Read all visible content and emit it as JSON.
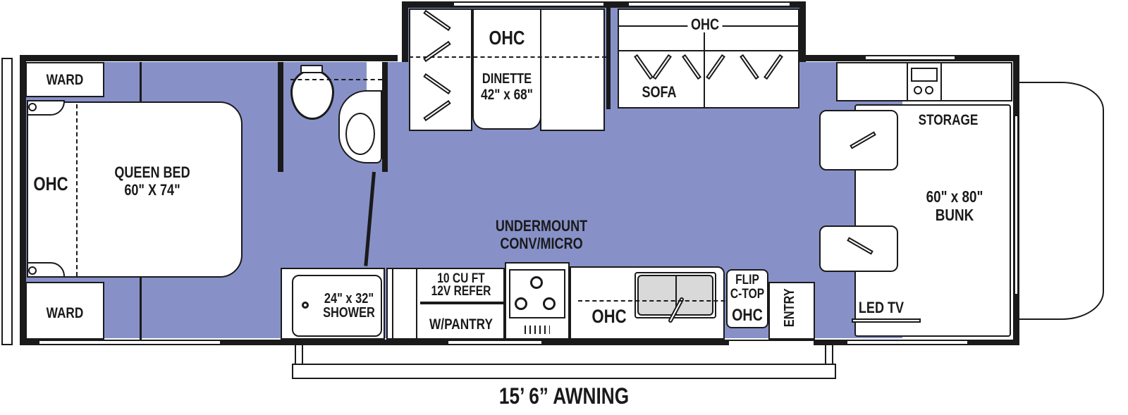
{
  "floorplan": {
    "colors": {
      "floor": "#8791c8",
      "wall": "#1a1a1a",
      "fixture": "#ffffff",
      "sink_basin": "#d9d9d9"
    },
    "rooms": {
      "bedroom": {
        "ward_top": "WARD",
        "ward_bottom": "WARD",
        "ohc": "OHC",
        "bed_line1": "QUEEN BED",
        "bed_line2": "60\" X 74\""
      },
      "bath": {
        "shower_line1": "24\" x 32\"",
        "shower_line2": "SHOWER"
      },
      "slideout": {
        "dinette_ohc": "OHC",
        "dinette_line1": "DINETTE",
        "dinette_line2": "42\" x 68\"",
        "sofa_ohc": "OHC",
        "sofa": "SOFA"
      },
      "galley": {
        "micro_line1": "UNDERMOUNT",
        "micro_line2": "CONV/MICRO",
        "refer_line1": "10 CU FT",
        "refer_line2": "12V REFER",
        "pantry": "W/PANTRY",
        "ohc": "OHC",
        "flip_line1": "FLIP",
        "flip_line2": "C-TOP",
        "flip_ohc": "OHC",
        "entry": "ENTRY"
      },
      "cab": {
        "storage": "STORAGE",
        "bunk_line1": "60\" x 80\"",
        "bunk_line2": "BUNK",
        "tv": "LED TV"
      }
    },
    "awning": "15’ 6” AWNING"
  }
}
